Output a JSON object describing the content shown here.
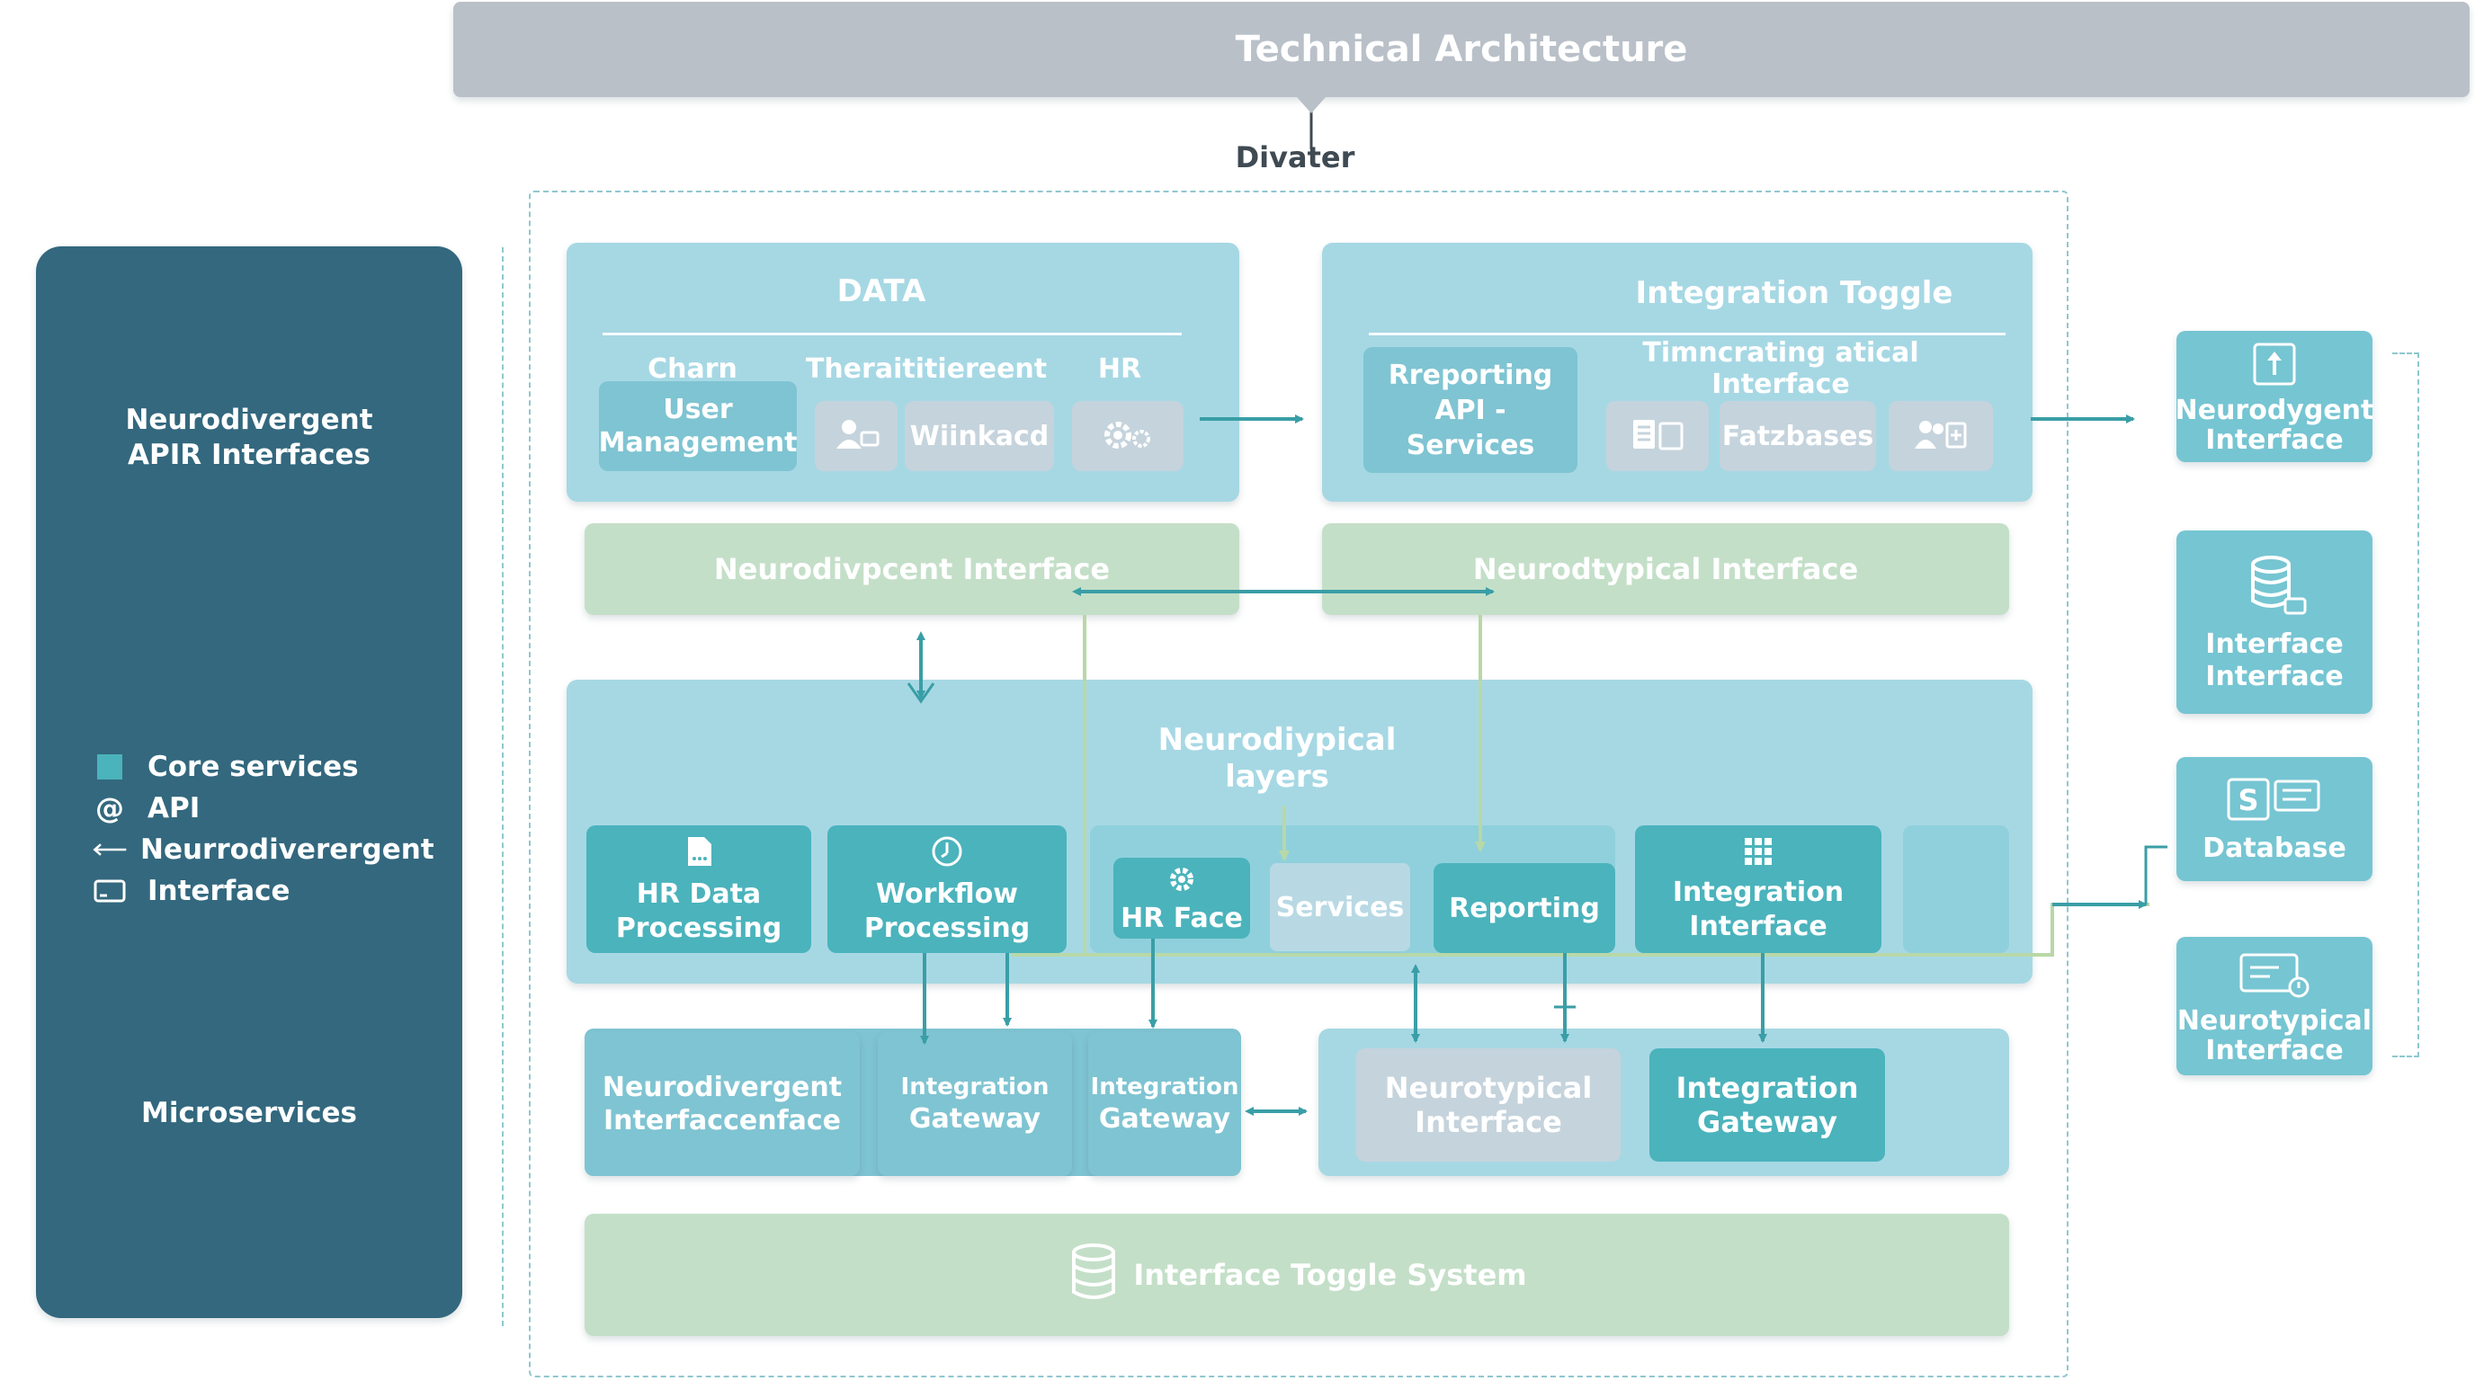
{
  "title": "Technical Architecture",
  "divater": "Divater",
  "left_panel": {
    "heading_line1": "Neurodivergent",
    "heading_line2": "APIR Interfaces",
    "legend": [
      {
        "icon": "square-icon",
        "label": "Core services"
      },
      {
        "icon": "at-icon",
        "label": "API"
      },
      {
        "icon": "arrow-left-icon",
        "label": "Neurrodiverergent"
      },
      {
        "icon": "interface-icon",
        "label": "Interface"
      }
    ],
    "microservices": "Microservices"
  },
  "data_box": {
    "title": "DATA",
    "col1_header": "Charn",
    "col2_header": "Theraititiereent",
    "col3_header": "HR",
    "user_mgmt_line1": "User",
    "user_mgmt_line2": "Management",
    "winkacd": "Wiinkacd"
  },
  "integration_box": {
    "title": "Integration Toggle",
    "reporting_line1": "Rreporting",
    "reporting_line2": "API -",
    "reporting_line3": "Services",
    "header2": "Timncrating atical Interface",
    "fatzbases": "Fatzbases"
  },
  "green_row": {
    "left": "Neurodivpcent Interface",
    "right": "Neurodtypical Interface"
  },
  "layers_box": {
    "title_line1": "Neurodiypical",
    "title_line2": "layers",
    "hr_data_line1": "HR Data",
    "hr_data_line2": "Processing",
    "workflow_line1": "Workflow",
    "workflow_line2": "Processing",
    "hr_face": "HR Face",
    "services": "Services",
    "reporting": "Reporting",
    "integration_iface_line1": "Integration",
    "integration_iface_line2": "Interface"
  },
  "bottom_row": {
    "nd_iface_line1": "Neurodivergent",
    "nd_iface_line2": "Interfaccenface",
    "gw1_line1": "Integration",
    "gw1_line2": "Gateway",
    "gw2_line1": "Integration",
    "gw2_line2": "Gateway",
    "nt_iface_line1": "Neurotypical",
    "nt_iface_line2": "Interface",
    "gw3_line1": "Integration",
    "gw3_line2": "Gateway"
  },
  "toggle_system": "Interface Toggle System",
  "right_column": [
    {
      "icon": "upload-icon",
      "line1": "Neurodygent",
      "line2": "Interface"
    },
    {
      "icon": "database-icon",
      "line1": "Interface",
      "line2": "Interface"
    },
    {
      "icon": "dollar-doc-icon",
      "line1": "Database",
      "line2": ""
    },
    {
      "icon": "card-icon",
      "line1": "Neurotypical",
      "line2": "Interface"
    }
  ],
  "colors": {
    "left_panel": "#33687e",
    "light_box": "#a6d8e4",
    "teal_box": "#4bb3bc",
    "green_box": "#c4dfc8",
    "arrow": "#3a9ea6",
    "title_bar": "#b9c0c8"
  }
}
